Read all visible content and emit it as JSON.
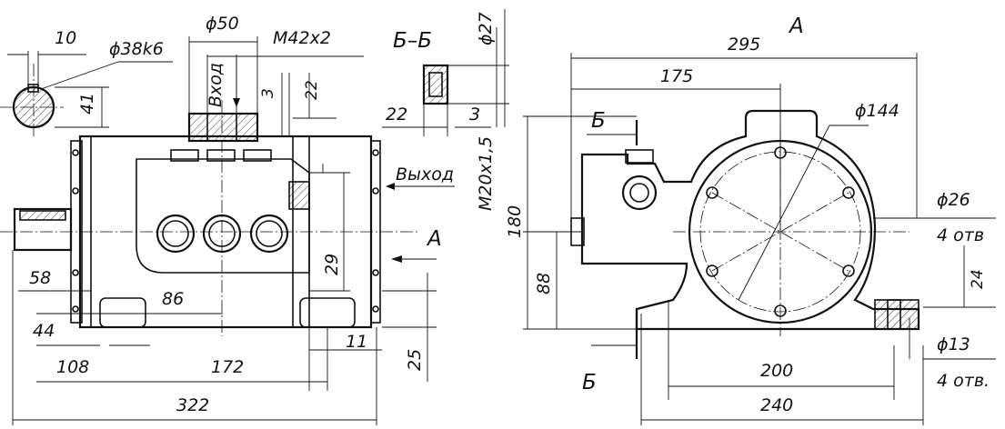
{
  "front_view": {
    "shaft_key_width": "10",
    "shaft_diameter": "ϕ38k6",
    "shaft_key_depth": "41",
    "inlet_diameter": "ϕ50",
    "inlet_thread": "M42x2",
    "inlet_label": "Вход",
    "outlet_label": "Выход",
    "dim_3": "3",
    "dim_22": "22",
    "dim_29": "29",
    "dim_58": "58",
    "dim_86": "86",
    "dim_44": "44",
    "dim_108": "108",
    "dim_172": "172",
    "dim_11": "11",
    "dim_25": "25",
    "dim_322": "322",
    "view_arrow_label": "А"
  },
  "section_bb": {
    "title": "Б–Б",
    "diameter": "ϕ27",
    "dim_22": "22",
    "dim_3": "3",
    "thread": "M20x1,5"
  },
  "side_view": {
    "title": "А",
    "dim_295": "295",
    "dim_175": "175",
    "cut_label_top": "Б",
    "cut_label_bottom": "Б",
    "flange_diameter": "ϕ144",
    "dim_180": "180",
    "dim_88": "88",
    "hole_diameter": "ϕ26",
    "hole_count": "4 отв",
    "dim_24": "24",
    "foot_hole_diameter": "ϕ13",
    "foot_hole_count": "4 отв.",
    "dim_200": "200",
    "dim_240": "240"
  }
}
